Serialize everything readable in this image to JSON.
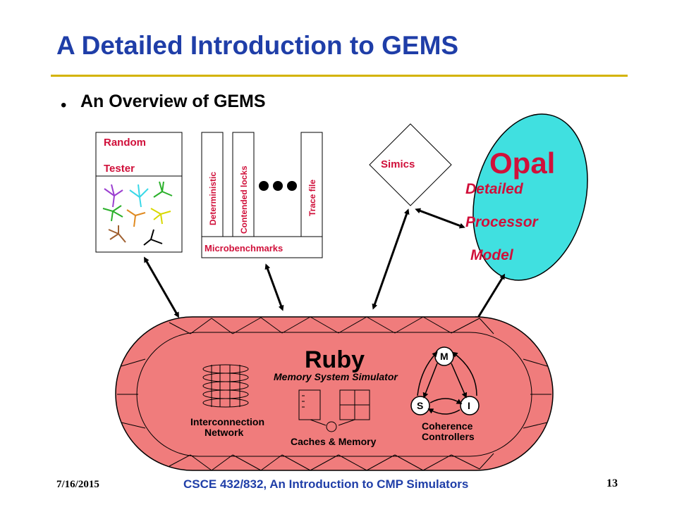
{
  "slide": {
    "title": "A Detailed Introduction to GEMS",
    "bullet": "An Overview of GEMS"
  },
  "diagram": {
    "random_tester": {
      "line1": "Random",
      "line2": "Tester"
    },
    "microbenchmarks": {
      "label": "Microbenchmarks",
      "items": [
        "Deterministic",
        "Contended locks",
        "Trace file"
      ]
    },
    "simics": "Simics",
    "opal": {
      "title": "Opal",
      "line1": "Detailed",
      "line2": "Processor",
      "line3": "Model"
    },
    "ruby": {
      "title": "Ruby",
      "subtitle": "Memory System Simulator",
      "interconnect1": "Interconnection",
      "interconnect2": "Network",
      "caches": "Caches & Memory",
      "coherence1": "Coherence",
      "coherence2": "Controllers",
      "state_m": "M",
      "state_s": "S",
      "state_i": "I"
    },
    "colors": {
      "ruby_fill": "#f07c7c",
      "opal_fill": "#40e0e0",
      "accent_red": "#d0103a",
      "title_blue": "#1f3ea8",
      "rule_gold": "#d4b300"
    }
  },
  "footer": {
    "date": "7/16/2015",
    "course": "CSCE 432/832, An Introduction to CMP Simulators",
    "page": "13"
  }
}
